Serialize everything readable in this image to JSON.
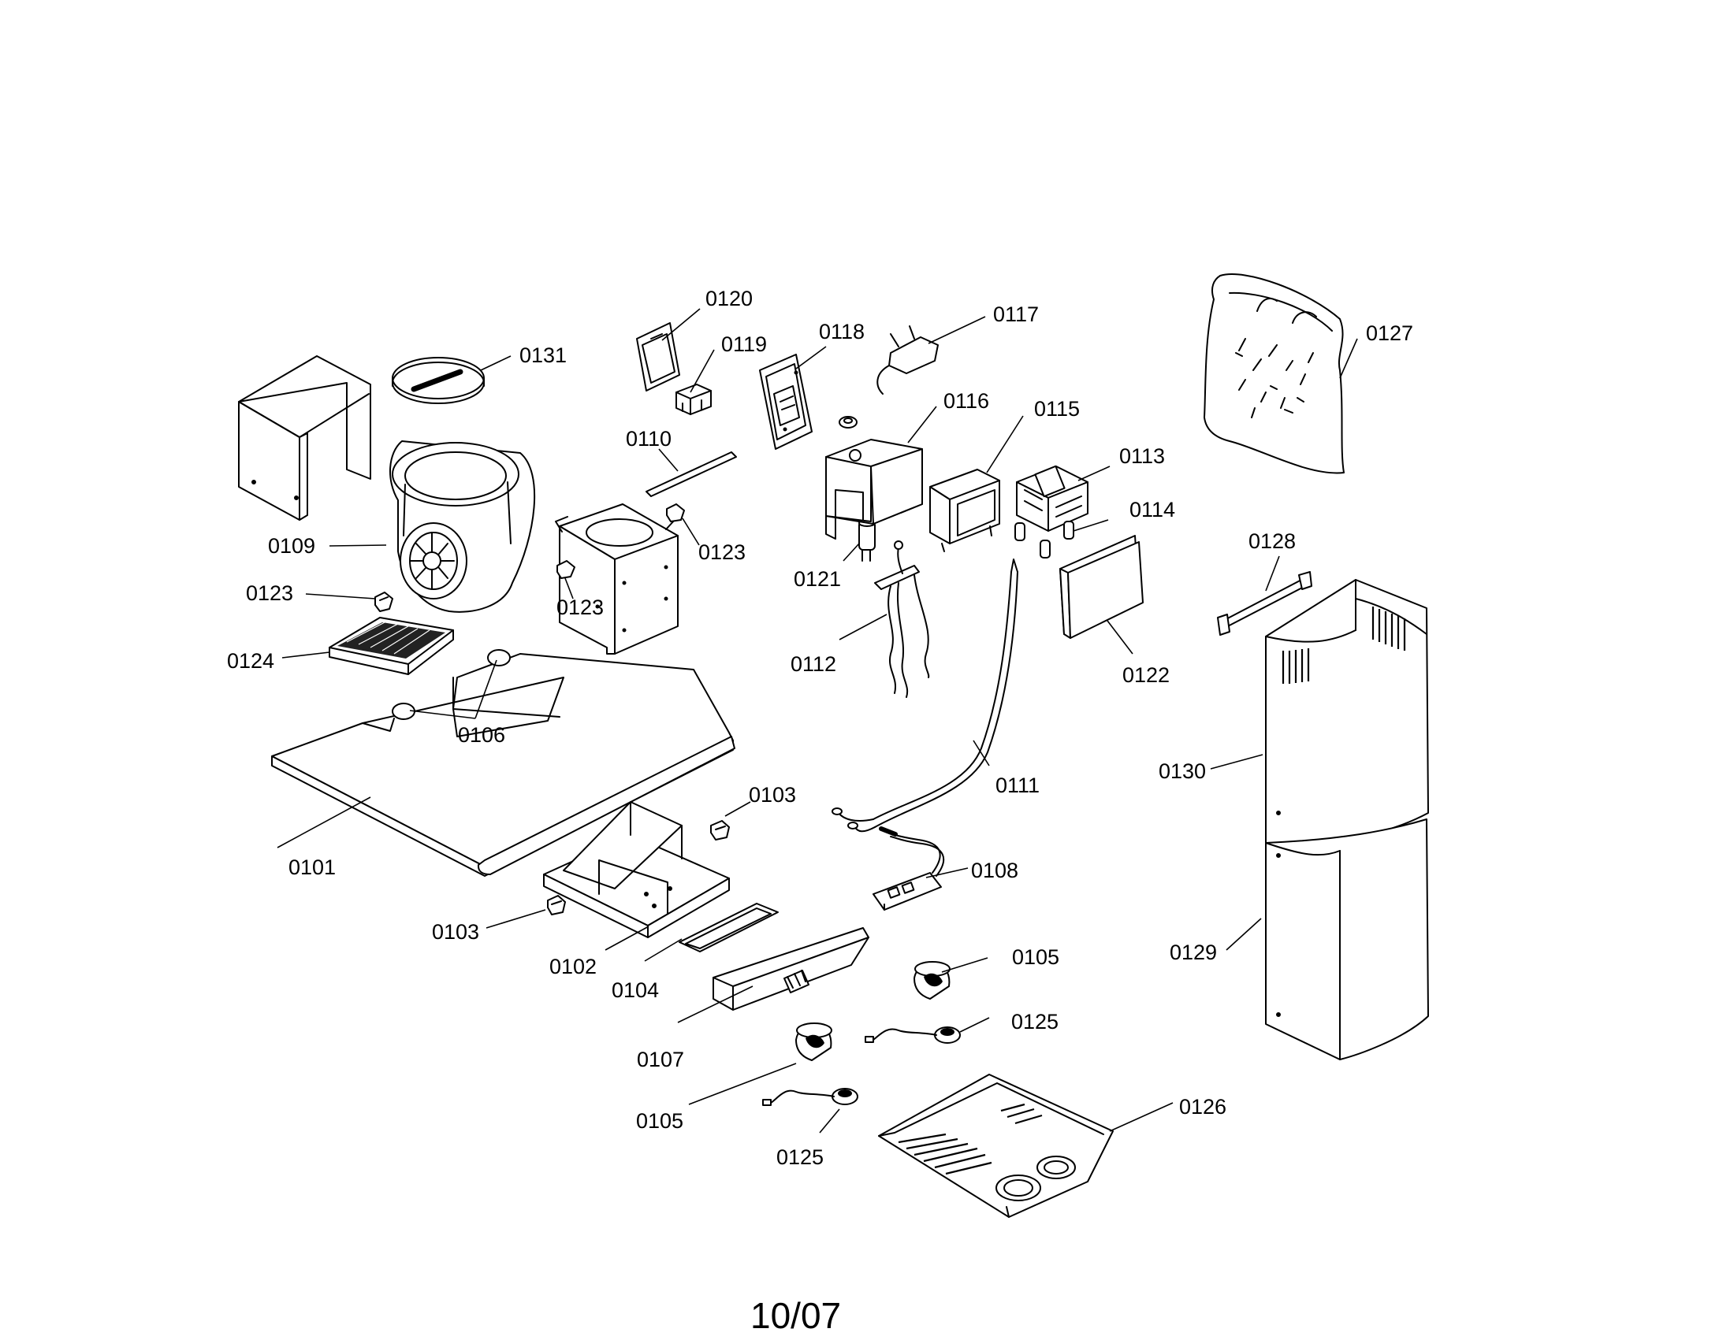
{
  "diagram": {
    "labels": {
      "p0101": "0101",
      "p0102": "0102",
      "p0103a": "0103",
      "p0103b": "0103",
      "p0104": "0104",
      "p0105a": "0105",
      "p0105b": "0105",
      "p0106": "0106",
      "p0107": "0107",
      "p0108": "0108",
      "p0109": "0109",
      "p0110": "0110",
      "p0111": "0111",
      "p0112": "0112",
      "p0113": "0113",
      "p0114": "0114",
      "p0115": "0115",
      "p0116": "0116",
      "p0117": "0117",
      "p0118": "0118",
      "p0119": "0119",
      "p0120": "0120",
      "p0121": "0121",
      "p0122": "0122",
      "p0123a": "0123",
      "p0123b": "0123",
      "p0123c": "0123",
      "p0124": "0124",
      "p0125a": "0125",
      "p0125b": "0125",
      "p0126": "0126",
      "p0127": "0127",
      "p0128": "0128",
      "p0129": "0129",
      "p0130": "0130",
      "p0131": "0131"
    },
    "footer": "10/07"
  }
}
